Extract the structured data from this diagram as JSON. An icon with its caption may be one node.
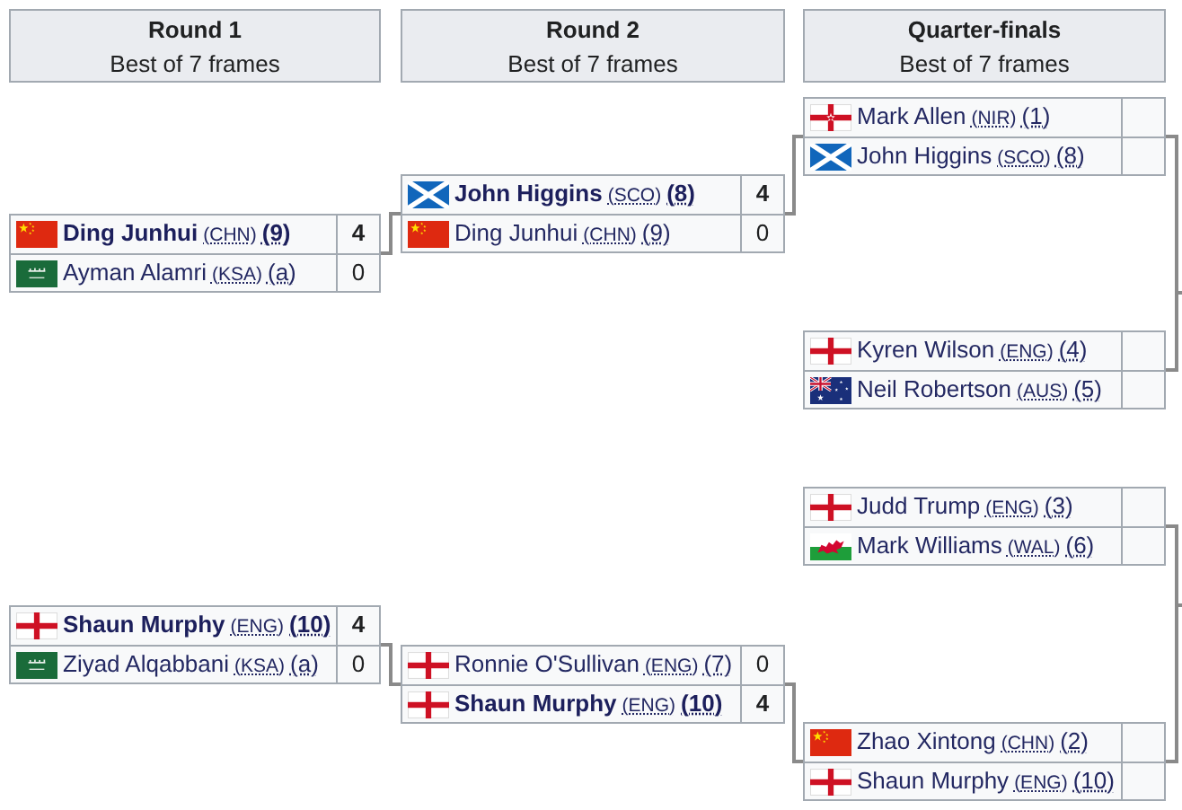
{
  "diagram": {
    "nodes": [
      {
        "text": [
          "Round 1",
          "Best of 7 frames"
        ]
      },
      {
        "text": [
          "Round 2",
          "Best of 7 frames"
        ]
      },
      {
        "text": [
          "Quarter-finals",
          "Best of 7 frames"
        ]
      },
      {
        "text": [],
        "shape": "box"
      },
      {
        "text": [
          "Ding Junhui",
          "(CHN)",
          "(9)",
          "4"
        ],
        "in": 3
      },
      {
        "text": [
          "Ayman Alamri",
          "(KSA)",
          "(a)",
          "0"
        ],
        "in": 3
      },
      {
        "text": [],
        "shape": "box"
      },
      {
        "text": [
          "Shaun Murphy",
          "(ENG)",
          "(10)",
          "4"
        ],
        "in": 6
      },
      {
        "text": [
          "Ziyad Alqabbani",
          "(KSA)",
          "(a)",
          "0"
        ],
        "in": 6
      },
      {
        "text": [],
        "shape": "box"
      },
      {
        "text": [
          "John Higgins",
          "(SCO)",
          "(8)",
          "4"
        ],
        "in": 9
      },
      {
        "text": [
          "Ding Junhui",
          "(CHN)",
          "(9)",
          "0"
        ],
        "in": 9
      },
      {
        "text": [],
        "shape": "box"
      },
      {
        "text": [
          "Ronnie O'Sullivan",
          "(ENG)",
          "(7)",
          "0"
        ],
        "in": 12
      },
      {
        "text": [
          "Shaun Murphy",
          "(ENG)",
          "(10)",
          "4"
        ],
        "in": 12
      },
      {
        "text": [],
        "shape": "box"
      },
      {
        "text": [
          "Mark Allen",
          "(NIR)",
          "(1)"
        ],
        "in": 15
      },
      {
        "text": [
          "John Higgins",
          "(SCO)",
          "(8)"
        ],
        "in": 15
      },
      {
        "text": [],
        "shape": "box"
      },
      {
        "text": [
          "Kyren Wilson",
          "(ENG)",
          "(4)"
        ],
        "in": 18
      },
      {
        "text": [
          "Neil Robertson",
          "(AUS)",
          "(5)"
        ],
        "in": 18
      },
      {
        "text": [],
        "shape": "box"
      },
      {
        "text": [
          "Judd Trump",
          "(ENG)",
          "(3)"
        ],
        "in": 21
      },
      {
        "text": [
          "Mark Williams",
          "(WAL)",
          "(6)"
        ],
        "in": 21
      },
      {
        "text": [],
        "shape": "box"
      },
      {
        "text": [
          "Zhao Xintong",
          "(CHN)",
          "(2)"
        ],
        "in": 24
      },
      {
        "text": [
          "Shaun Murphy",
          "(ENG)",
          "(10)"
        ],
        "in": 24
      }
    ],
    "edges": [
      {
        "from": 3,
        "to": 9,
        "arrow": "none"
      },
      {
        "from": 6,
        "to": 12,
        "arrow": "none"
      },
      {
        "from": 9,
        "to": 15,
        "arrow": "none"
      },
      {
        "from": 12,
        "to": 24,
        "arrow": "none"
      },
      {
        "from": 15,
        "to": null,
        "arrow": "none"
      },
      {
        "from": 18,
        "to": null,
        "arrow": "none"
      },
      {
        "from": 21,
        "to": null,
        "arrow": "none"
      },
      {
        "from": 24,
        "to": null,
        "arrow": "none"
      }
    ]
  }
}
